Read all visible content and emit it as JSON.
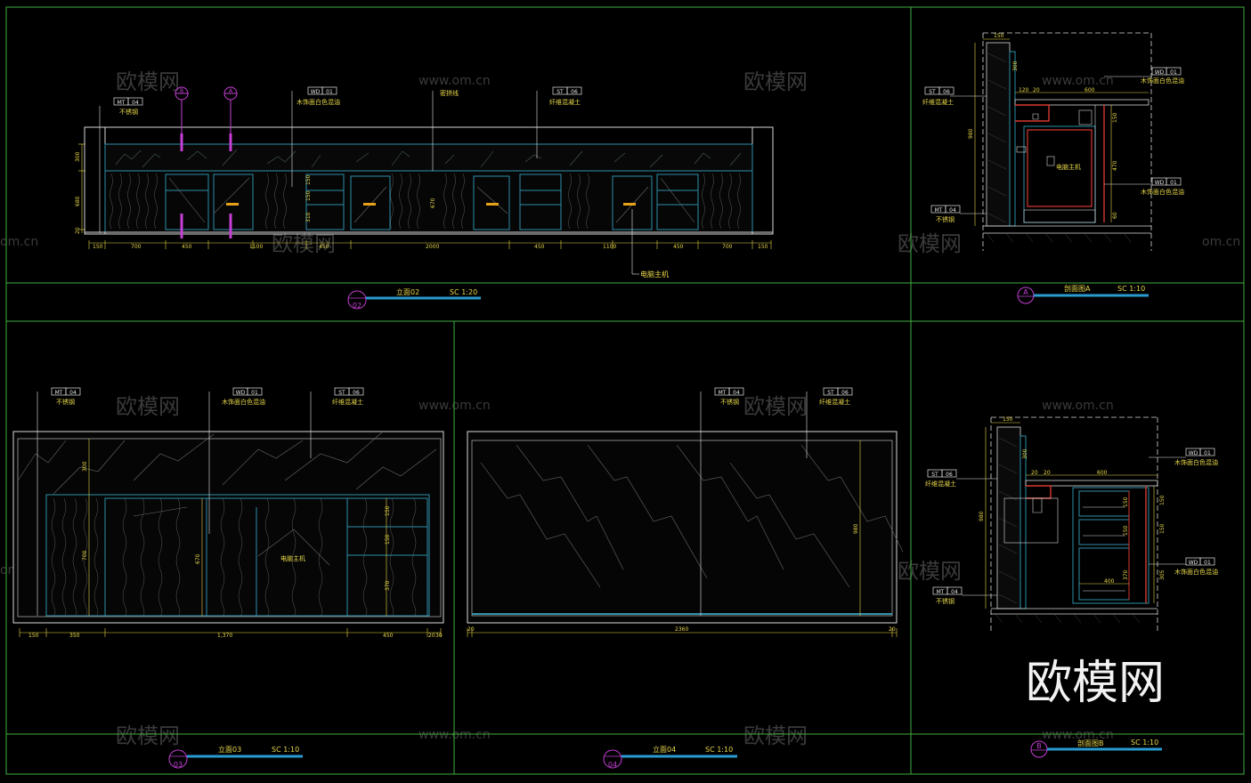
{
  "watermark": {
    "brand": "欧模网",
    "site": "www.om.cn",
    "site_partial": "om.cn",
    "brand_large": "欧模网"
  },
  "tags": {
    "mt04": {
      "code": "MT",
      "num": "04",
      "desc": "不锈钢"
    },
    "wd01": {
      "code": "WD",
      "num": "01",
      "desc": "木饰面白色混油"
    },
    "st06": {
      "code": "ST",
      "num": "06",
      "desc": "纤维混凝土"
    }
  },
  "callouts": {
    "gap_line": "密拼线",
    "pc_host": "电脑主机"
  },
  "section_markers": {
    "a": "A",
    "b": "B"
  },
  "views": {
    "elev02": {
      "num": "02",
      "title": "立面02",
      "scale": "SC 1:20",
      "dims_bottom": [
        "150",
        "700",
        "450",
        "1100",
        "450",
        "2000",
        "450",
        "1100",
        "450",
        "700",
        "150"
      ],
      "dims_left": [
        "300",
        "680",
        "20"
      ],
      "dims_inner": [
        "150",
        "150",
        "310",
        "670"
      ]
    },
    "secA": {
      "title": "剖面图A",
      "scale": "SC 1:10",
      "label_pc": "电脑主机",
      "dims_top": [
        "150"
      ],
      "dims_mid": [
        "120",
        "20",
        "600"
      ],
      "dims_left": [
        "980"
      ],
      "dims_right": [
        "300",
        "150",
        "470",
        "60"
      ]
    },
    "elev03": {
      "num": "03",
      "title": "立面03",
      "scale": "SC 1:10",
      "label_pc": "电脑主机",
      "dims_bottom": [
        "150",
        "350",
        "1,370",
        "450",
        "20",
        "30"
      ],
      "dims_left": [
        "300",
        "700"
      ],
      "dims_inner": [
        "670",
        "150",
        "150",
        "370"
      ]
    },
    "elev04": {
      "num": "04",
      "title": "立面04",
      "scale": "SC 1:10",
      "dims_bottom": [
        "20",
        "2360",
        "20"
      ],
      "dims_right": [
        "980"
      ]
    },
    "secB": {
      "title": "剖面图B",
      "scale": "SC 1:10",
      "dims_top": [
        "150"
      ],
      "dims_mid": [
        "300",
        "20",
        "20",
        "600"
      ],
      "dims_left": [
        "980"
      ],
      "dims_right": [
        "150",
        "150",
        "370",
        "150",
        "150",
        "305"
      ],
      "dims_inner": [
        "400"
      ]
    }
  },
  "colors": {
    "frame": "#3fae3f",
    "dim": "#e8d84a",
    "outline": "#2d8fa8",
    "marker": "#c63fd6",
    "scalebar": "#2a9bd1",
    "redline": "#d63a2f"
  }
}
